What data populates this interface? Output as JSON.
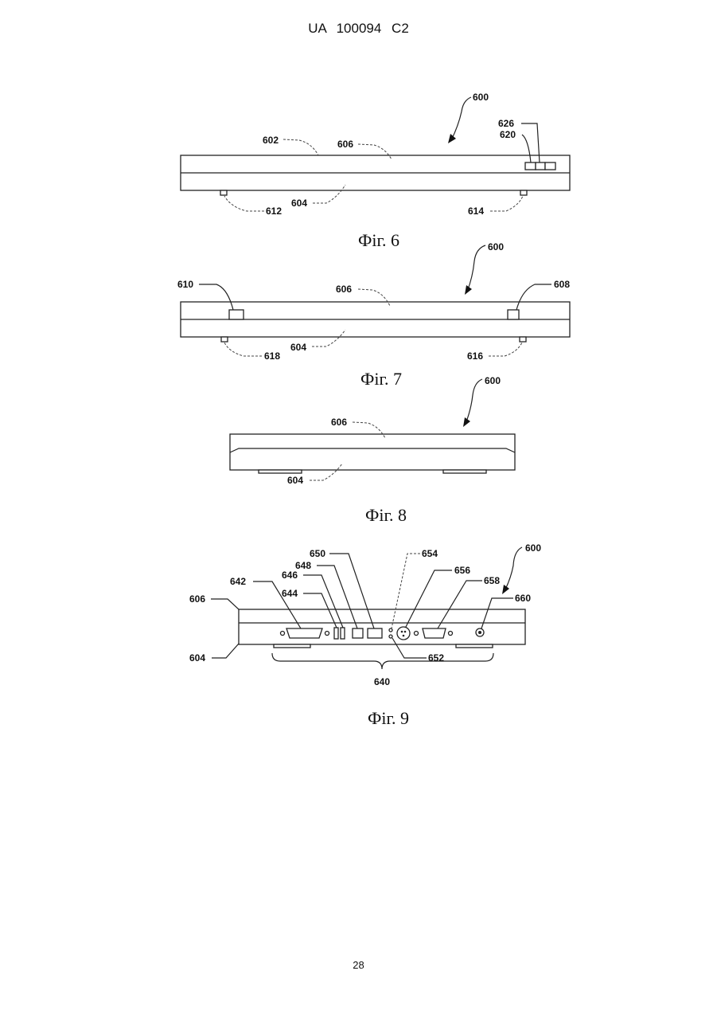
{
  "header": "UA   100094   C2",
  "page_number": "28",
  "figures": {
    "fig6": {
      "caption": "Фіг. 6",
      "refs": {
        "r600": "600",
        "r626": "626",
        "r620": "620",
        "r602": "602",
        "r606": "606",
        "r604": "604",
        "r612": "612",
        "r614": "614"
      }
    },
    "fig7": {
      "caption": "Фіг. 7",
      "refs": {
        "r600": "600",
        "r610": "610",
        "r606": "606",
        "r608": "608",
        "r604": "604",
        "r618": "618",
        "r616": "616"
      }
    },
    "fig8": {
      "caption": "Фіг. 8",
      "refs": {
        "r600": "600",
        "r606": "606",
        "r604": "604"
      }
    },
    "fig9": {
      "caption": "Фіг. 9",
      "refs": {
        "r650": "650",
        "r654": "654",
        "r600": "600",
        "r648": "648",
        "r656": "656",
        "r642": "642",
        "r646": "646",
        "r658": "658",
        "r644": "644",
        "r606": "606",
        "r660": "660",
        "r604": "604",
        "r652": "652",
        "r640": "640"
      }
    }
  }
}
